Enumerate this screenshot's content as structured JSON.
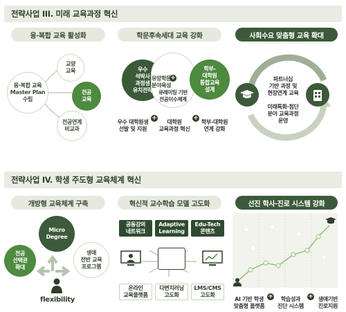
{
  "section1": {
    "title": "전략사업 III. 미래 교육과정 혁신",
    "col1": {
      "title": "융·복합 교육 활성화",
      "center": "융·복합 교육\nMaster Plan\n수립",
      "items": [
        "교양\n교육",
        "전공\n교육",
        "전공연계\n비교과"
      ]
    },
    "col2": {
      "title": "학문후속세대 교육 강화",
      "left": "우수\n석박사\n과정생\n유치전략",
      "mid_top": "유망학문\n분야육성",
      "mid_bottom": "큐레이팅 기반\n전공이수체계",
      "right": "학부-\n대학원\n통합교육\n설계",
      "bottom": [
        "우수 대학원생\n선발 및 지원",
        "대학원\n교육과정 혁신",
        "학부-대학원\n연계 강화"
      ]
    },
    "col3": {
      "title": "사회수요 맞춤형 교육 확대",
      "top": "파트너십\n기반 과정 및\n현장연계 교육",
      "bottom": "미래특화·첨단\n분야 교육과정\n운영"
    }
  },
  "section2": {
    "title": "전략사업 IV. 학생 주도형 교육체계 혁신",
    "col1": {
      "title": "개방형 교육체계 구축",
      "top": "Micro\nDegree",
      "left": "전공\n선택권\n확대",
      "right": "생애\n전반 교육\n프로그램",
      "bottom": "flexibility"
    },
    "col2": {
      "title": "혁신적 교수학습 모델 고도화",
      "top": [
        "공동강의\n네트워크",
        "Adaptive\nLearning",
        "Edu-Tech\n콘텐츠"
      ],
      "bottom": [
        "온라인\n교육플랫폼",
        "다변치러닝\n고도화",
        "LMS/CMS\n고도화"
      ]
    },
    "col3": {
      "title": "선진 학사·진로 시스템 강화",
      "bottom": [
        "AI 기반 학생\n맞춤형 플랫폼",
        "학습성과\n진단 시스템",
        "생애기반\n진로지원"
      ]
    }
  },
  "colors": {
    "dark_green": "#3c5a3a",
    "mid_green": "#4e8a3f",
    "light_bg": "#e9ece3"
  },
  "icons": [
    "graduation-cap-icon",
    "building-icon",
    "computer-icon",
    "monitor-chart-icon",
    "person-icon",
    "arrow-icon"
  ]
}
